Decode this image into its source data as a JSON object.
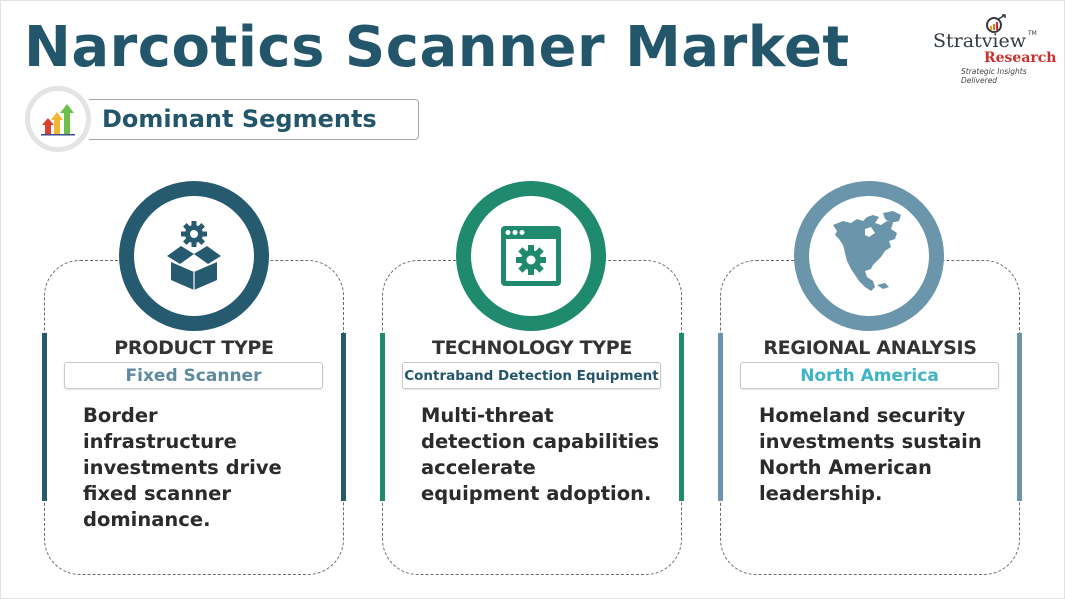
{
  "header": {
    "title": "Narcotics Scanner Market",
    "logo": {
      "brand": "Stratview",
      "trademark": "TM",
      "subbrand": "Research",
      "tagline": "Strategic Insights Delivered"
    }
  },
  "section": {
    "label": "Dominant Segments",
    "icon": "growth-arrows-icon"
  },
  "colors": {
    "title": "#24566b",
    "product": "#265a6e",
    "technology": "#1f8a6e",
    "regional": "#6a95ab",
    "regional_value": "#3fb4c6",
    "product_value": "#5e8aa0",
    "technology_value": "#24566b"
  },
  "segments": [
    {
      "heading": "PRODUCT TYPE",
      "value": "Fixed Scanner",
      "icon": "box-gear-icon",
      "description_lines": [
        "Border",
        "infrastructure",
        "investments drive",
        "fixed scanner",
        "dominance."
      ]
    },
    {
      "heading": "TECHNOLOGY TYPE",
      "value": "Contraband Detection Equipment",
      "icon": "browser-gear-icon",
      "description_lines": [
        "Multi-threat",
        "detection capabilities",
        "accelerate",
        "equipment adoption."
      ]
    },
    {
      "heading": "REGIONAL ANALYSIS",
      "value": "North America",
      "icon": "north-america-map-icon",
      "description_lines": [
        "Homeland security",
        "investments sustain",
        "North American",
        "leadership."
      ]
    }
  ]
}
